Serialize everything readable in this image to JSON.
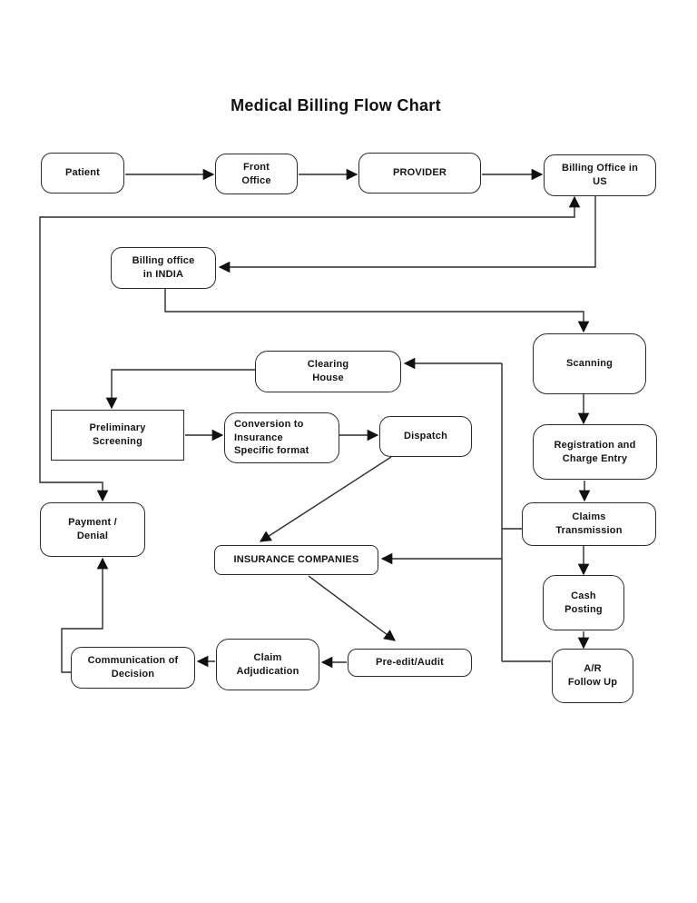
{
  "title": "Medical Billing Flow Chart",
  "nodes": {
    "patient": {
      "label": "Patient"
    },
    "front_office": {
      "label": "Front\nOffice"
    },
    "provider": {
      "label": "PROVIDER"
    },
    "billing_us": {
      "label": "Billing Office in\nUS"
    },
    "billing_india": {
      "label": "Billing office\nin INDIA"
    },
    "scanning": {
      "label": "Scanning"
    },
    "registration": {
      "label": "Registration and\nCharge Entry"
    },
    "claims_transmission": {
      "label": "Claims\nTransmission"
    },
    "cash_posting": {
      "label": "Cash\nPosting"
    },
    "ar_follow_up": {
      "label": "A/R\nFollow Up"
    },
    "clearing_house": {
      "label": "Clearing\nHouse"
    },
    "preliminary_screening": {
      "label": "Preliminary\nScreening"
    },
    "conversion": {
      "label": "Conversion to\nInsurance\nSpecific format"
    },
    "dispatch": {
      "label": "Dispatch"
    },
    "payment_denial": {
      "label": "Payment /\nDenial"
    },
    "insurance_companies": {
      "label": "INSURANCE COMPANIES"
    },
    "communication_decision": {
      "label": "Communication of\nDecision"
    },
    "claim_adjudication": {
      "label": "Claim\nAdjudication"
    },
    "pre_edit_audit": {
      "label": "Pre-edit/Audit"
    }
  },
  "colors": {
    "line": "#2b2b2b",
    "box_border": "#2b2b2b",
    "box_fill": "#ffffff",
    "text": "#141414",
    "background": "#ffffff"
  }
}
